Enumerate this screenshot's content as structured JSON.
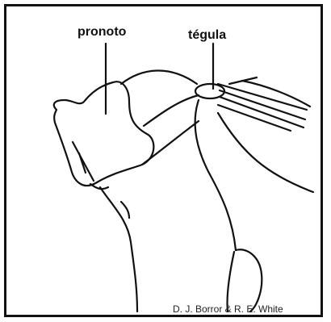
{
  "labels": {
    "pronoto": "pronoto",
    "tegula": "tégula"
  },
  "credit": "D. J. Borror & R. E. White",
  "colors": {
    "line": "#111111",
    "background": "#ffffff"
  }
}
